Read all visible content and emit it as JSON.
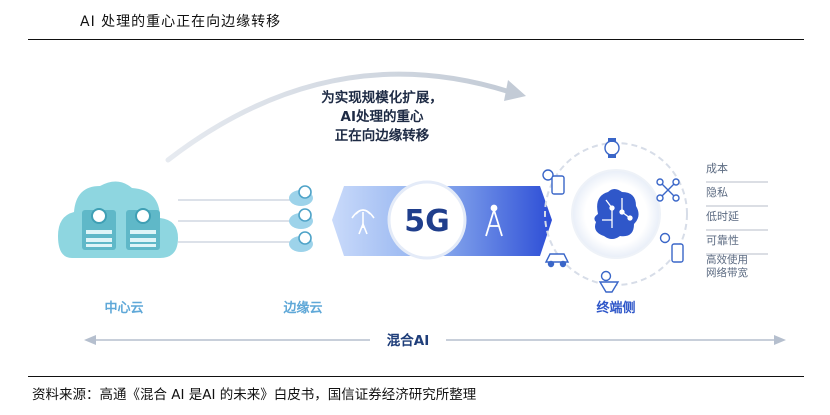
{
  "title": "AI 处理的重心正在向边缘转移",
  "source": "资料来源：高通《混合 AI 是AI 的未来》白皮书，国信证券经济研究所整理",
  "diagram": {
    "arc_text": [
      "为实现规模化扩展，",
      "AI处理的重心",
      "正在向边缘转移"
    ],
    "center_cloud_label": "中心云",
    "edge_cloud_label": "边缘云",
    "fiveg_label": "5G",
    "device_label": "终端侧",
    "hybrid_label": "混合AI",
    "benefits": [
      "成本",
      "隐私",
      "低时延",
      "可靠性",
      "高效使用",
      "网络带宽"
    ],
    "colors": {
      "cloud": "#7fd3df",
      "cloud_dark": "#3f9fb4",
      "edge_cloud": "#8fd0e8",
      "banner_light": "#c4d6f8",
      "banner_dark": "#2e4fd8",
      "label_blue": "#5fa8d8",
      "brain": "#2f57c9",
      "hybrid": "#1f3e7a"
    }
  }
}
